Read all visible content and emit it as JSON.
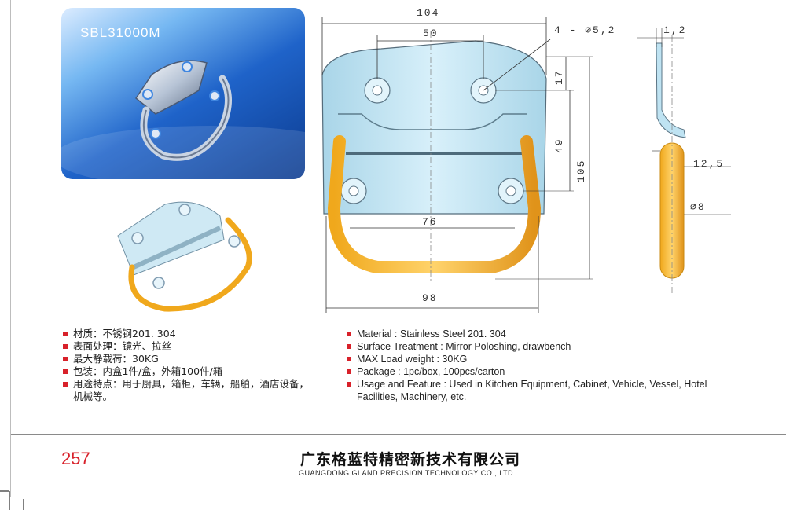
{
  "product": {
    "model": "SBL31000M"
  },
  "drawing": {
    "dimensions": {
      "overall_width": "104",
      "hole_spacing_top": "50",
      "holes": "4 - ∅5,2",
      "thickness": "1,2",
      "top_to_hole": "17",
      "hole_spacing_vertical": "49",
      "overall_height": "105",
      "handle_inner_width": "76",
      "base_width": "98",
      "handle_offset": "12,5",
      "wire_diameter": "∅8"
    }
  },
  "specs_cn": [
    "材质：不锈钢201. 304",
    "表面处理：镜光、拉丝",
    "最大静载荷：30KG",
    "包装：内盒1件/盒，外箱100件/箱",
    "用途特点：用于厨具，箱柜，车辆，船舶，酒店设备，机械等。"
  ],
  "specs_en": [
    "Material : Stainless Steel 201. 304",
    "Surface Treatment : Mirror Poloshing, drawbench",
    "MAX Load weight : 30KG",
    "Package : 1pc/box,  100pcs/carton",
    "Usage and Feature : Used in Kitchen Equipment, Cabinet, Vehicle, Vessel, Hotel Facilities, Machinery, etc."
  ],
  "footer": {
    "page_number": "257",
    "company_cn": "广东格蓝特精密新技术有限公司",
    "company_en": "GUANGDONG GLAND PRECISION TECHNOLOGY CO., LTD."
  },
  "colors": {
    "accent_red": "#d8212a",
    "handle_orange": "#f0a81c",
    "plate_blue": "#bfe3f2",
    "photo_blue": "#1f63c9"
  }
}
